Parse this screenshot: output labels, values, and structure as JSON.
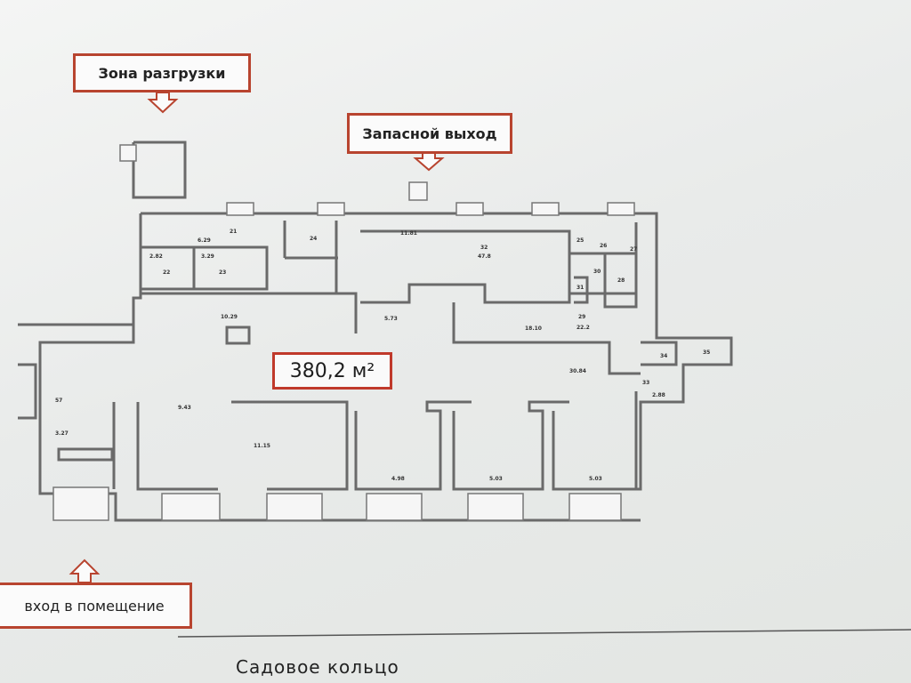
{
  "callouts": {
    "unloading_zone": "Зона разгрузки",
    "emergency_exit": "Запасной выход",
    "entrance": "вход в помещение"
  },
  "total_area": "380,2 м²",
  "street": "Садовое кольцо",
  "colors": {
    "callout_border": "#b8442f",
    "walls": "#6a6a6a"
  },
  "room_labels": [
    {
      "id": "r21",
      "text": "21"
    },
    {
      "id": "r22",
      "text": "22"
    },
    {
      "id": "r23",
      "text": "23"
    },
    {
      "id": "r24",
      "text": "24"
    },
    {
      "id": "r25",
      "text": "25"
    },
    {
      "id": "r26",
      "text": "26"
    },
    {
      "id": "r27",
      "text": "27"
    },
    {
      "id": "r28",
      "text": "28"
    },
    {
      "id": "r29",
      "text": "29"
    },
    {
      "id": "r30",
      "text": "30"
    },
    {
      "id": "r31",
      "text": "31"
    },
    {
      "id": "r32",
      "text": "32"
    },
    {
      "id": "r33",
      "text": "33"
    },
    {
      "id": "r34",
      "text": "34"
    },
    {
      "id": "r35",
      "text": "35"
    },
    {
      "id": "r57",
      "text": "57"
    },
    {
      "id": "a629",
      "text": "6.29"
    },
    {
      "id": "a282",
      "text": "2.82"
    },
    {
      "id": "a329",
      "text": "3.29"
    },
    {
      "id": "a1181",
      "text": "11.81"
    },
    {
      "id": "a478",
      "text": "47.8"
    },
    {
      "id": "a1029",
      "text": "10.29"
    },
    {
      "id": "a573",
      "text": "5.73"
    },
    {
      "id": "a1810",
      "text": "18.10"
    },
    {
      "id": "a222",
      "text": "22.2"
    },
    {
      "id": "a3084",
      "text": "30.84"
    },
    {
      "id": "a288",
      "text": "2.88"
    },
    {
      "id": "a943",
      "text": "9.43"
    },
    {
      "id": "a327",
      "text": "3.27"
    },
    {
      "id": "a1115",
      "text": "11.15"
    },
    {
      "id": "a498",
      "text": "4.98"
    },
    {
      "id": "a503a",
      "text": "5.03"
    },
    {
      "id": "a503b",
      "text": "5.03"
    }
  ]
}
